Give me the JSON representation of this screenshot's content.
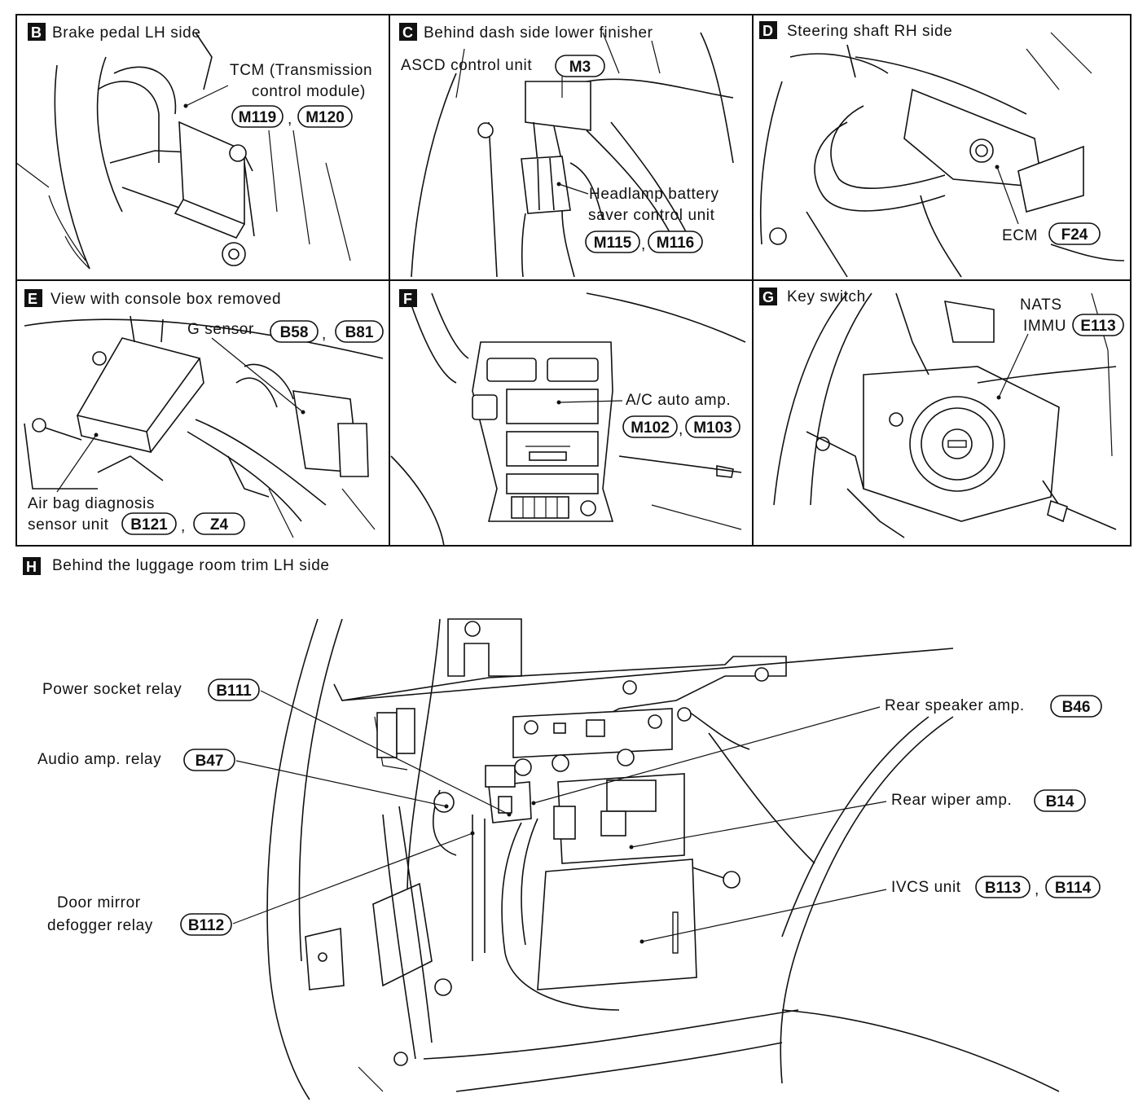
{
  "panels": {
    "B": {
      "letter": "B",
      "title": "Brake pedal LH side",
      "label1": "TCM (Transmission",
      "label2": "control module)",
      "connectors": [
        "M119",
        "M120"
      ]
    },
    "C": {
      "letter": "C",
      "title": "Behind dash side lower  finisher",
      "asc_label": "ASCD control unit",
      "asc_conn": "M3",
      "head1": "Headlamp battery",
      "head2": "saver control unit",
      "connectors": [
        "M115",
        "M116"
      ]
    },
    "D": {
      "letter": "D",
      "title": "Steering shaft RH side",
      "label": "ECM",
      "connector": "F24"
    },
    "E": {
      "letter": "E",
      "title": "View with console box removed",
      "gsensor": "G sensor",
      "g_conn": [
        "B58",
        "B81"
      ],
      "air1": "Air bag diagnosis",
      "air2": "sensor unit",
      "air_conn": [
        "B121",
        "Z4"
      ]
    },
    "F": {
      "letter": "F",
      "label": "A/C auto amp.",
      "connectors": [
        "M102",
        "M103"
      ]
    },
    "G": {
      "letter": "G",
      "title": "Key switch",
      "nats1": "NATS",
      "nats2": "IMMU",
      "connector": "E113"
    },
    "H": {
      "letter": "H",
      "title": "Behind the luggage room trim LH side",
      "power_socket": "Power socket relay",
      "power_conn": "B111",
      "audio": "Audio amp. relay",
      "audio_conn": "B47",
      "door1": "Door mirror",
      "door2": "defogger relay",
      "door_conn": "B112",
      "speaker": "Rear speaker amp.",
      "speaker_conn": "B46",
      "wiper": "Rear wiper amp.",
      "wiper_conn": "B14",
      "ivcs": "IVCS unit",
      "ivcs_conn": [
        "B113",
        "B114"
      ]
    }
  },
  "separator": ","
}
